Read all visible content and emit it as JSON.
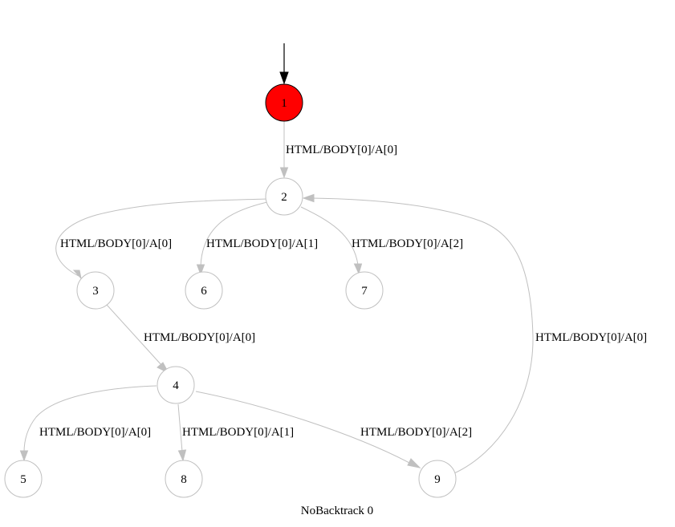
{
  "graph": {
    "caption": "NoBacktrack 0",
    "start_color": "#ff0000",
    "edge_color": "#c0c0c0",
    "nodes": [
      {
        "id": "1",
        "label": "1"
      },
      {
        "id": "2",
        "label": "2"
      },
      {
        "id": "3",
        "label": "3"
      },
      {
        "id": "6",
        "label": "6"
      },
      {
        "id": "7",
        "label": "7"
      },
      {
        "id": "4",
        "label": "4"
      },
      {
        "id": "5",
        "label": "5"
      },
      {
        "id": "8",
        "label": "8"
      },
      {
        "id": "9",
        "label": "9"
      }
    ],
    "edges": [
      {
        "from": "1",
        "to": "2",
        "label": "HTML/BODY[0]/A[0]"
      },
      {
        "from": "2",
        "to": "3",
        "label": "HTML/BODY[0]/A[0]"
      },
      {
        "from": "2",
        "to": "6",
        "label": "HTML/BODY[0]/A[1]"
      },
      {
        "from": "2",
        "to": "7",
        "label": "HTML/BODY[0]/A[2]"
      },
      {
        "from": "3",
        "to": "4",
        "label": "HTML/BODY[0]/A[0]"
      },
      {
        "from": "9",
        "to": "2",
        "label": "HTML/BODY[0]/A[0]"
      },
      {
        "from": "4",
        "to": "5",
        "label": "HTML/BODY[0]/A[0]"
      },
      {
        "from": "4",
        "to": "8",
        "label": "HTML/BODY[0]/A[1]"
      },
      {
        "from": "4",
        "to": "9",
        "label": "HTML/BODY[0]/A[2]"
      }
    ]
  }
}
